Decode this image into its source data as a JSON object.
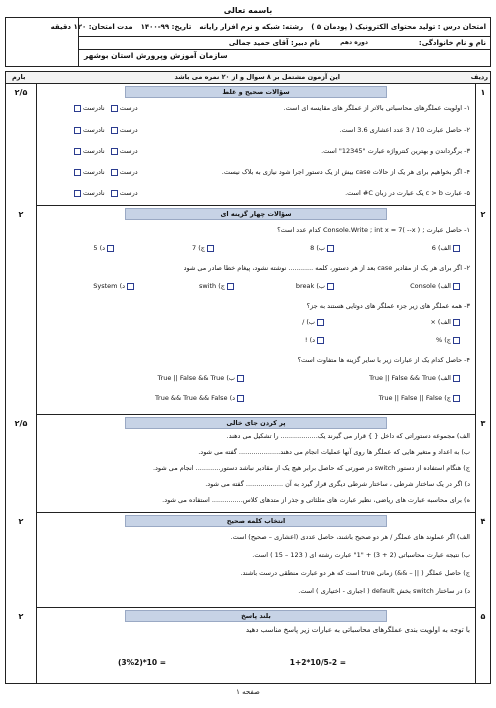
{
  "top_title": "باسمه تعالی",
  "header": {
    "course": "امتحان درس : تولید محتوای الکترونیک ( پودمان ۵ )",
    "field": "رشته: شبکه و نرم افزار رایانه",
    "date": "تاریخ: ۹۹-۱۴۰۰",
    "duration": "مدت امتحان: ۱۲۰ دقیقه",
    "student": "نام و نام خانوادگی:",
    "period": "دوره دهم",
    "teacher": "نام دبیر: آقای حمید جمالی",
    "org": "سازمان آموزش وپرورش استان بوشهر"
  },
  "qhead": {
    "row": "ردیف",
    "note": "این آزمون مشتمل بر ۸ سوال و از ۲۰ نمره می باشد",
    "score": "بارم"
  },
  "sections": [
    {
      "num": "۱",
      "score": "۲/۵",
      "title": "سؤالات صحیح و غلط",
      "items": [
        "۱- اولویت عملگرهای محاسباتی بالاتر از عملگر های مقایسه ای است.",
        "۲- حاصل عبارت 10 / 3 عدد اعشاری 3.6 است.",
        "۳- برگرداندن و بهترین کنترواژه عبارت \"12345\" است.",
        "۴- اگر بخواهیم برای هر یک از حالات case بیش از یک دستور اجرا شود نیازی به بلاک نیست.",
        "۵- عبارت c > b یک عبارت در زبان C# است."
      ],
      "true_label": "درست",
      "false_label": "نادرست"
    },
    {
      "num": "۲",
      "score": "۲",
      "title": "سؤالات چهار گزینه ای",
      "q1": {
        "text": "۱- حاصل عبارت ; ( x-- )Console.Write ; int x = 7 کدام عدد است؟",
        "options": [
          "الف) 6",
          "ب) 8",
          "ج) 7",
          "د) 5"
        ]
      },
      "q2": {
        "text": "۲- اگر برای هر یک از مقادیر case بعد از هر دستور، کلمه ............ نوشته نشود، پیغام خطا صادر می شود",
        "options": [
          "الف) Console",
          "ب) break",
          "ج) swith",
          "د) System"
        ]
      },
      "q3": {
        "text": "۳- همه عملگر های زیر جزء عملگر های دوتایی هستند به جز؟",
        "options": [
          "الف) ×",
          "ب) /",
          "ج) %",
          "د) !"
        ]
      },
      "q4": {
        "text": "۴- حاصل کدام یک از عبارات زیر با سایر گزینه ها متفاوت است؟",
        "options": [
          "الف) True || False && True",
          "ب) True || False && True",
          "ج) True || False || False",
          "د) True && True && False"
        ]
      }
    },
    {
      "num": "۳",
      "score": "۲/۵",
      "title": "پر کردن جای خالی",
      "items": [
        "الف) مجموعه دستوراتی که داخل { } قرار می گیرند یک.................. را تشکیل می دهند.",
        "ب) به اعداد و متغیر هایی که عملگر ها روی آنها عملیات انجام می دهند.................... گفته می شود.",
        "ج) هنگام استفاده از دستور switch در صورتی که حاصل برابر هیچ یک از مقادیر نباشد دستور............ انجام می شود.",
        "د) اگر در یک ساختار شرطی ، ساختار شرطی دیگری قرار گیرد به آن .................. گفته می شود.",
        "ه) برای محاسبه عبارت های ریاضی، نظیر عبارت های مثلثاتی و جذر از متدهای کلاس............... استفاده می شود."
      ]
    },
    {
      "num": "۴",
      "score": "۲",
      "title": "انتخاب کلمه صحیح",
      "items": [
        "الف) اگر عملوند های عملگر / هر دو صحیح باشند، حاصل عددی (اعشاری – صحیح) است.",
        "ب) نتیجه عبارت محاسباتی (2 + 3) + \"1\" عبارت رشته ای ( 123 – 15 ) است.",
        "ج) حاصل عملگر ( || – &&) زمانی true است که هر دو عبارت منطقی درست باشند.",
        "د) در ساختار switch بخش default ( اجباری - اختیاری ) است."
      ]
    },
    {
      "num": "۵",
      "score": "۲",
      "title": "بلند پاسخ",
      "text": "با توجه به اولویت بندی عملگرهای محاسباتی به عبارات زیر پاسخ مناسب دهید",
      "expr1": "1+2*10/5-2 =",
      "expr2": "(3%2)*10 ="
    }
  ],
  "footer": "صفحه ۱"
}
